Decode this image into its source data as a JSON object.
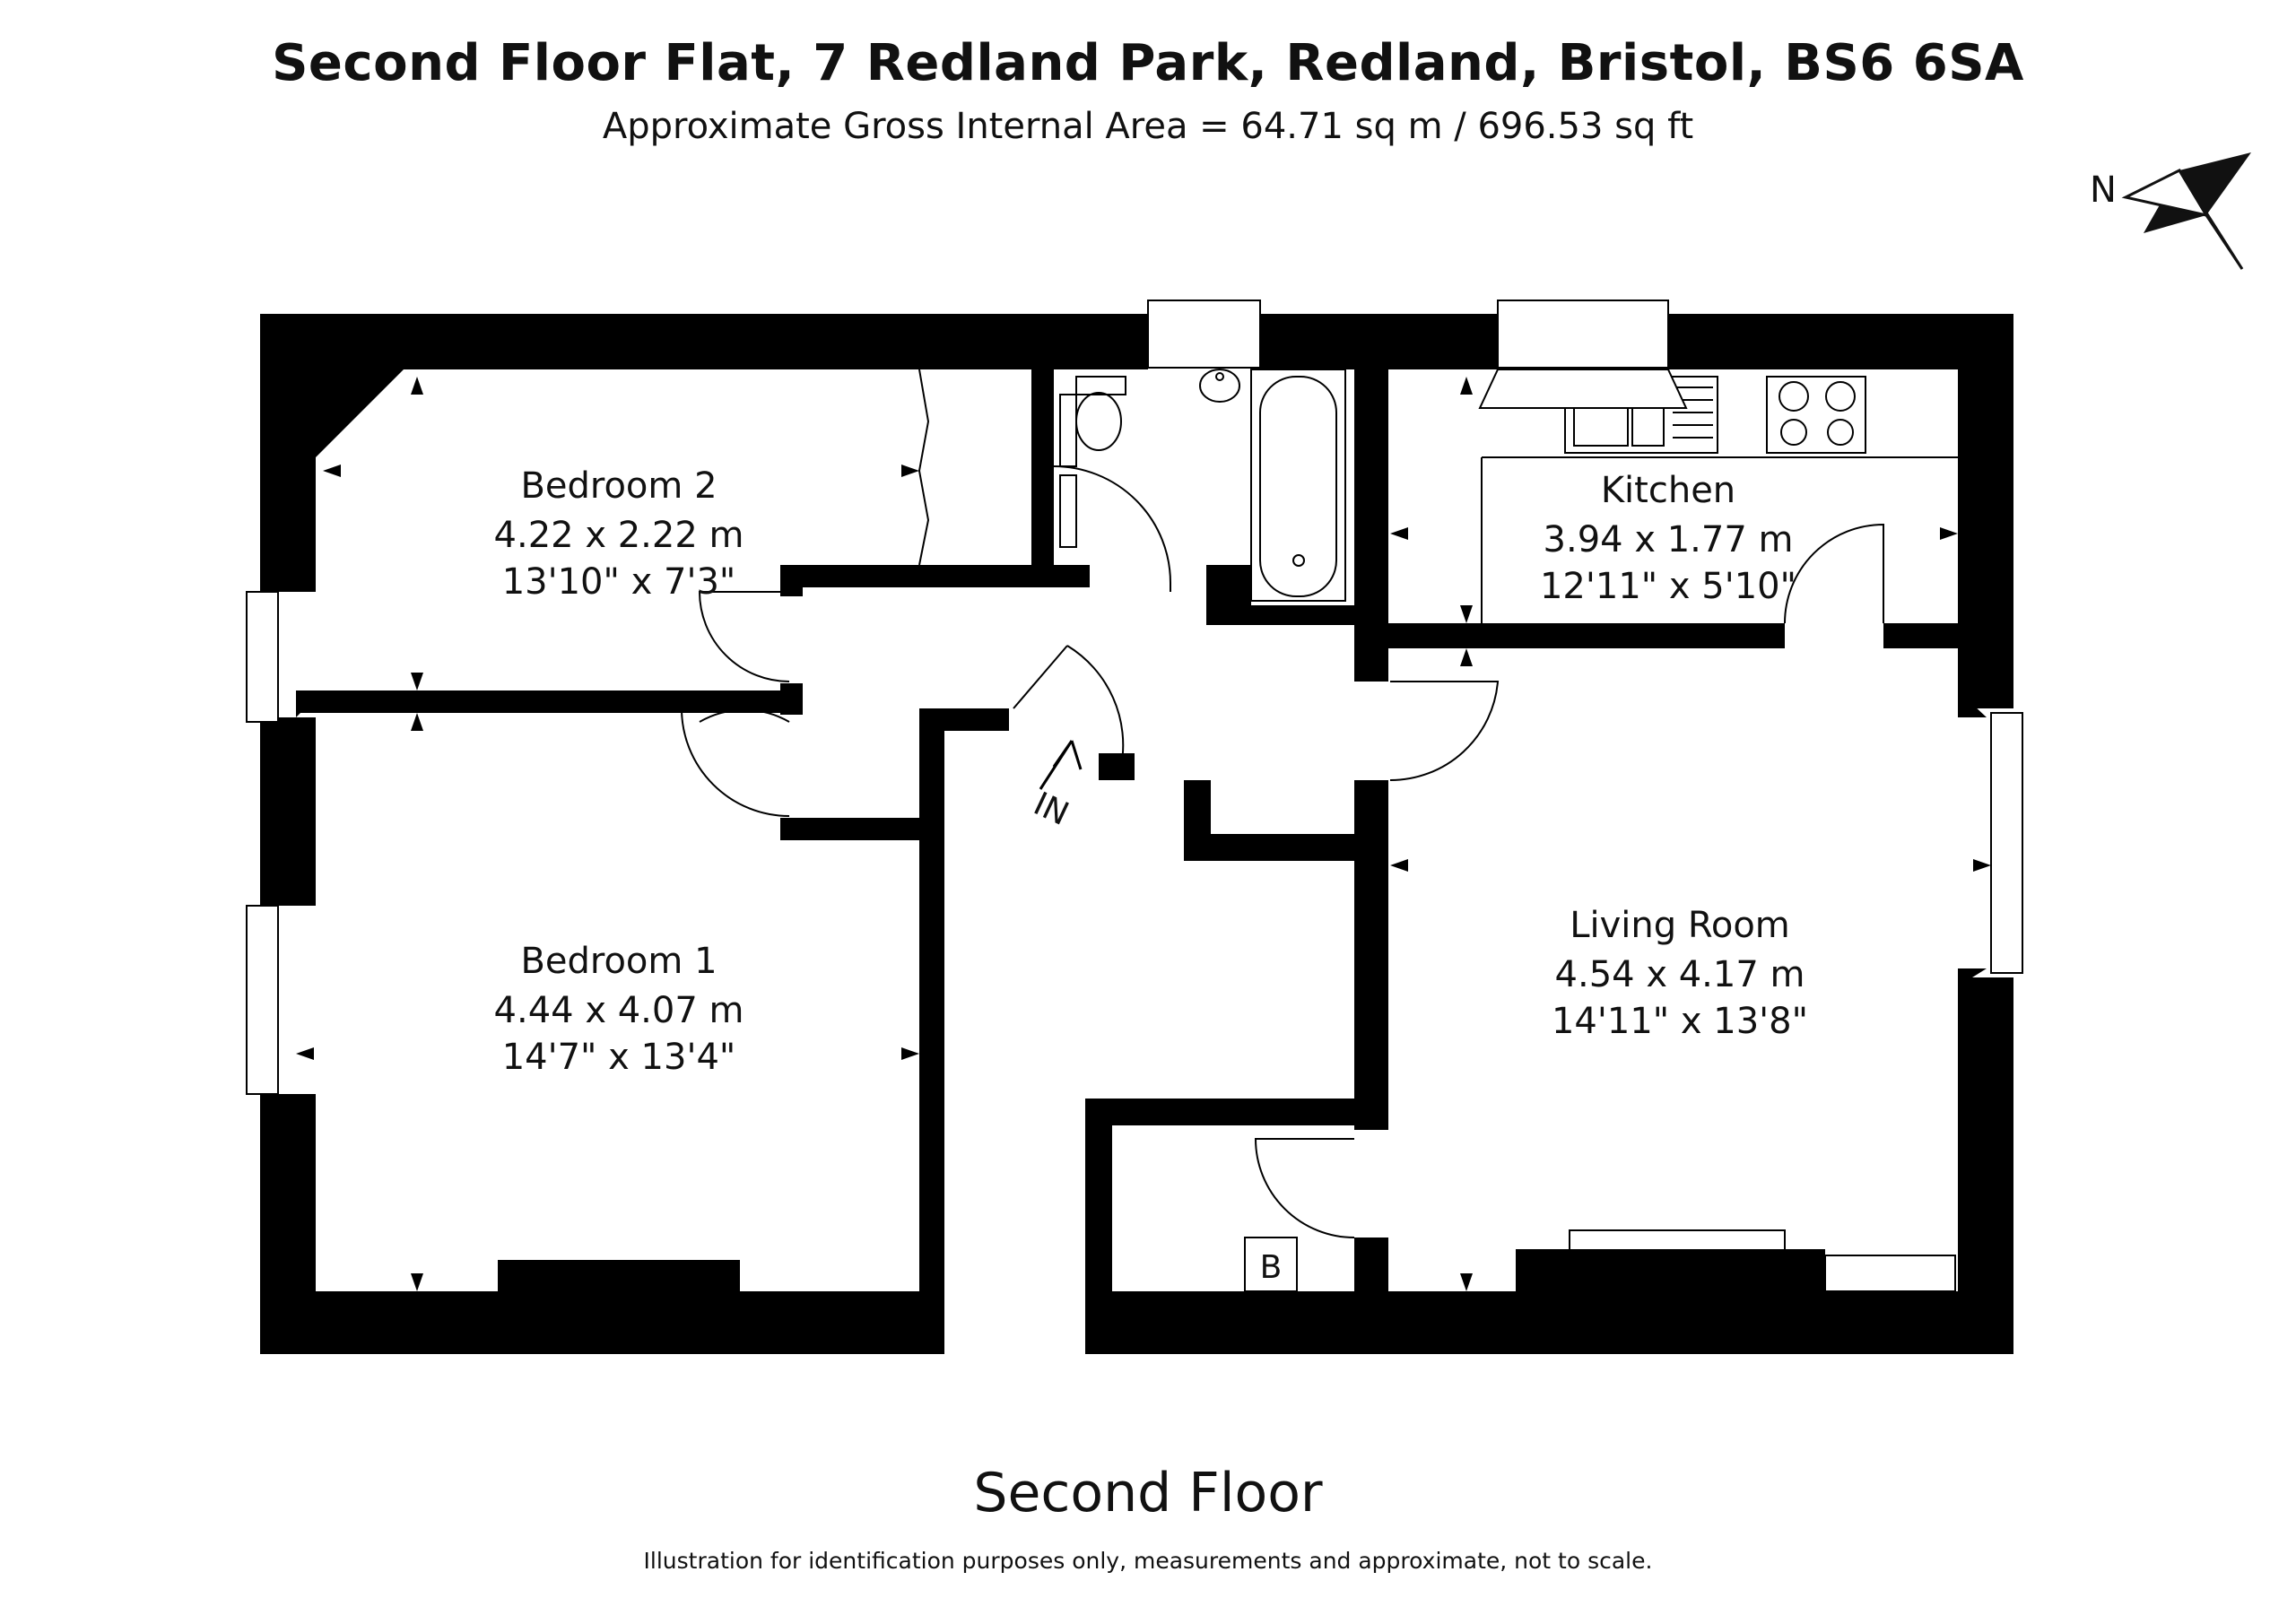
{
  "header": {
    "title": "Second Floor Flat, 7 Redland Park, Redland, Bristol, BS6 6SA",
    "subtitle": "Approximate Gross Internal Area = 64.71 sq m / 696.53 sq ft"
  },
  "compass": {
    "label": "N"
  },
  "rooms": {
    "bedroom2": {
      "name": "Bedroom 2",
      "metric": "4.22 x 2.22 m",
      "imperial": "13'10\" x 7'3\""
    },
    "kitchen": {
      "name": "Kitchen",
      "metric": "3.94 x 1.77 m",
      "imperial": "12'11\" x 5'10\""
    },
    "bedroom1": {
      "name": "Bedroom 1",
      "metric": "4.44 x 4.07 m",
      "imperial": "14'7\" x 13'4\""
    },
    "living_room": {
      "name": "Living Room",
      "metric": "4.54 x 4.17 m",
      "imperial": "14'11\" x 13'8\""
    }
  },
  "entrance": {
    "label": "IN"
  },
  "boiler": {
    "label": "B"
  },
  "floor_label": "Second Floor",
  "disclaimer": "Illustration for identification purposes only, measurements and approximate, not to scale."
}
